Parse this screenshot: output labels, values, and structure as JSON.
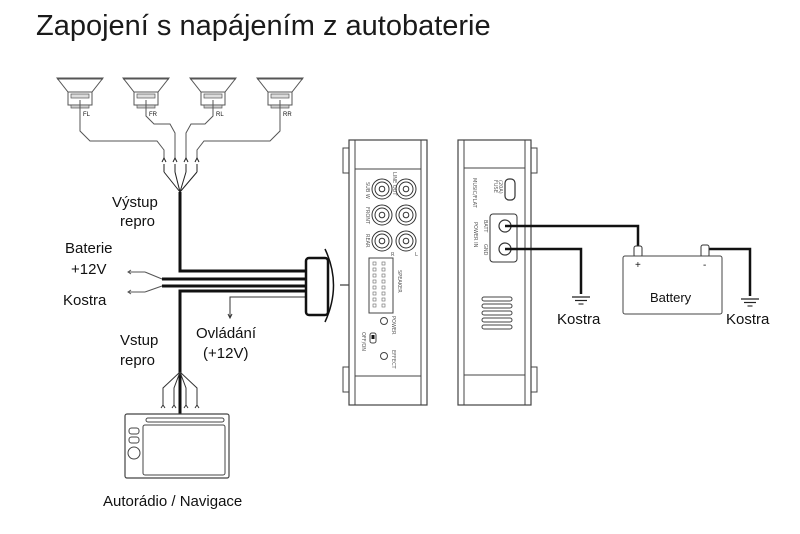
{
  "title": "Zapojení s napájením z autobaterie",
  "speakers": [
    {
      "id": "fl",
      "label": "FL"
    },
    {
      "id": "fr",
      "label": "FR"
    },
    {
      "id": "rl",
      "label": "RL"
    },
    {
      "id": "rr",
      "label": "RR"
    }
  ],
  "labels": {
    "speaker_output_line1": "Výstup",
    "speaker_output_line2": "repro",
    "battery_line1": "Baterie",
    "battery_line2": "+12V",
    "ground_left": "Kostra",
    "input_line1": "Vstup",
    "input_line2": "repro",
    "remote_line1": "Ovládání",
    "remote_line2": "(+12V)",
    "headunit": "Autorádio / Navigace",
    "ground_amp": "Kostra",
    "ground_battery": "Kostra"
  },
  "amp_front": {
    "rca_labels": [
      "SUB W",
      "FRONT",
      "REAR"
    ],
    "line_out_label": "LINE OUT",
    "connector_label": "SPEAKER",
    "power_led_label": "POWER",
    "switch_label": "OFF/ON",
    "effect_label": "EFFECT",
    "ch_r": "R",
    "ch_l": "L"
  },
  "amp_back": {
    "model_label": "MUSIC/FLAT",
    "fuse_label_line1": "FUSE",
    "fuse_label_line2": "(20A)",
    "power_in_label": "POWER IN",
    "batt_label": "BATT",
    "gnd_label": "GND"
  },
  "battery": {
    "label": "Battery",
    "plus": "+",
    "minus": "-"
  }
}
